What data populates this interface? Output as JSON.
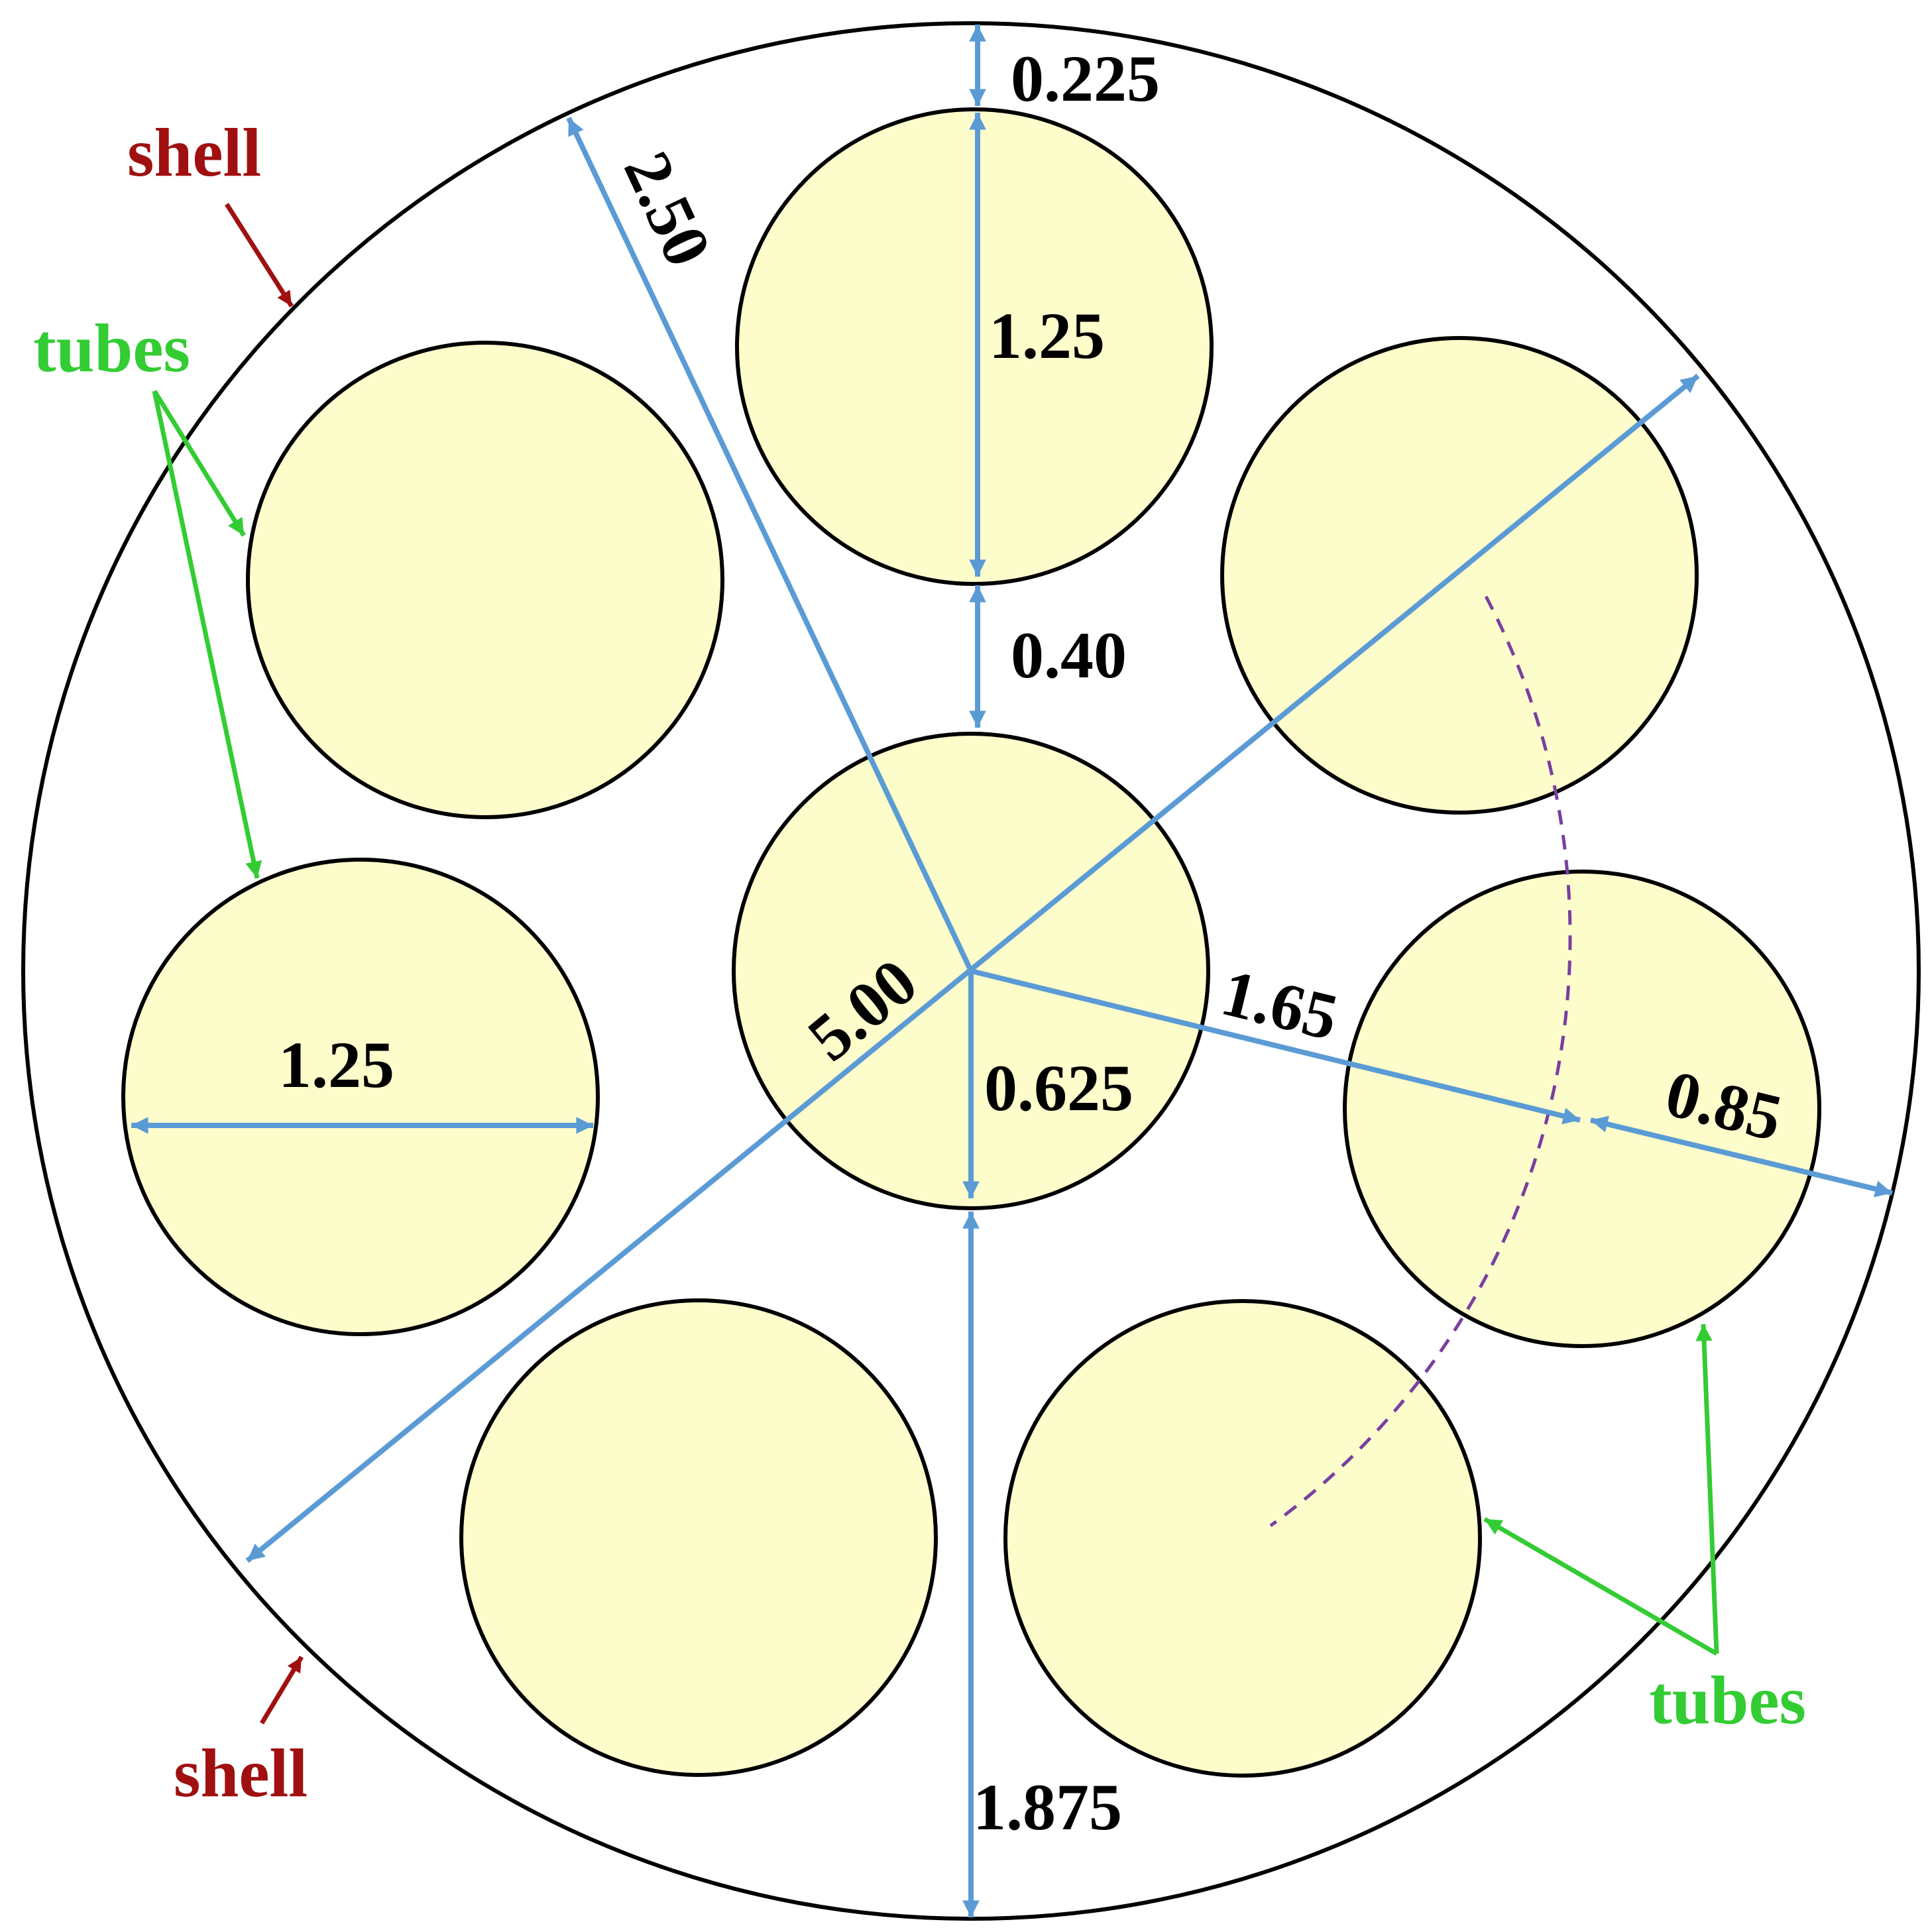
{
  "colors": {
    "tube_fill": "#fdfdcc",
    "outline": "#000000",
    "dimension": "#5b9bd5",
    "shell_label": "#a01010",
    "tube_label": "#33cc33",
    "arc": "#7a3fa0"
  },
  "labels": {
    "shell_top": "shell",
    "shell_bottom": "shell",
    "tubes_left": "tubes",
    "tubes_right": "tubes"
  },
  "dimensions": {
    "outer_gap": "0.225",
    "tube_diameter_vertical": "1.25",
    "tube_gap": "0.40",
    "shell_radius": "2.50",
    "shell_diameter": "5.00",
    "tube_diameter_horizontal": "1.25",
    "center_tube_radius": "0.625",
    "pitch_radius": "1.65",
    "outer_tube_to_shell": "0.85",
    "bottom_gap": "1.875"
  }
}
